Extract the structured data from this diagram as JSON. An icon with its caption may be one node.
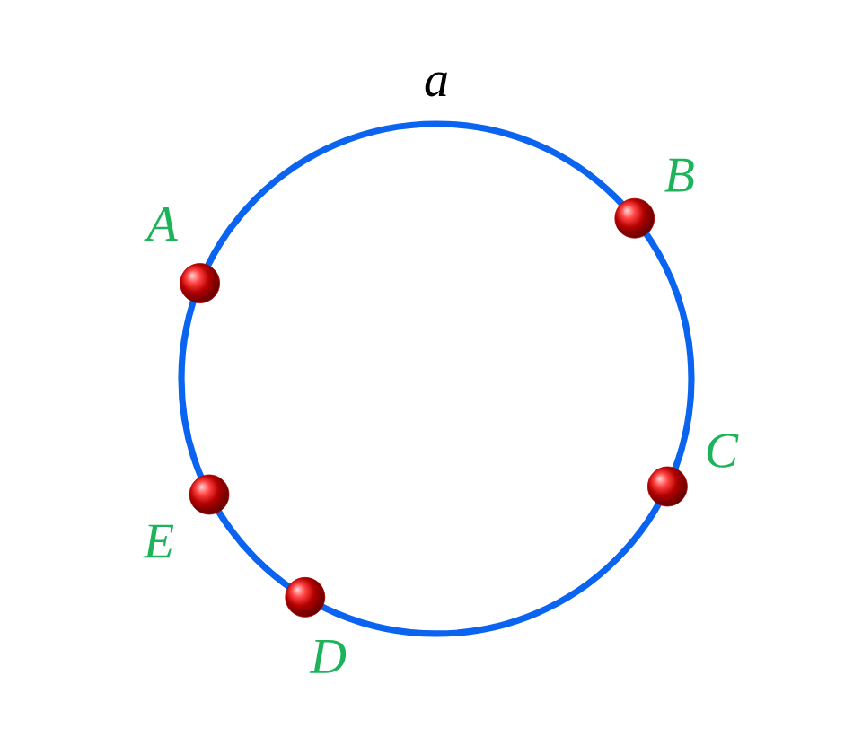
{
  "diagram": {
    "nodes": [
      {
        "text": [
          "a"
        ]
      },
      {
        "text": [],
        "shape": "circle",
        "beside": [
          "A"
        ]
      },
      {
        "text": [],
        "shape": "circle",
        "beside": [
          "B"
        ]
      },
      {
        "text": [],
        "shape": "circle",
        "beside": [
          "C"
        ]
      },
      {
        "text": [],
        "shape": "circle",
        "beside": [
          "E"
        ]
      },
      {
        "text": [],
        "shape": "circle",
        "beside": [
          "D"
        ]
      }
    ]
  }
}
